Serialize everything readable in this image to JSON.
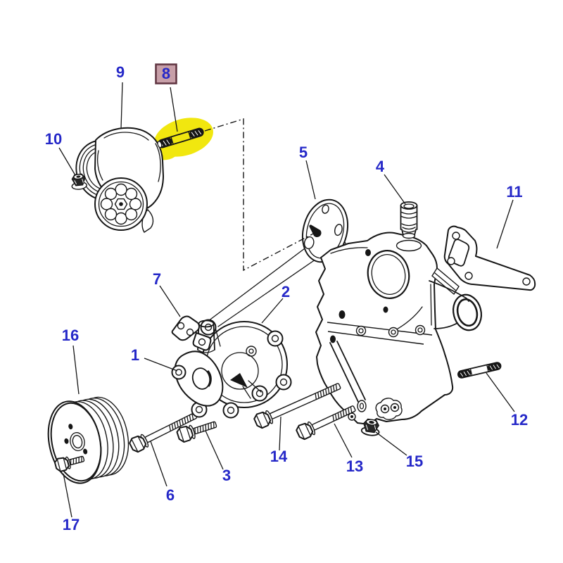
{
  "diagram": {
    "selected_part": "8",
    "callouts": [
      {
        "num": "1"
      },
      {
        "num": "2"
      },
      {
        "num": "3"
      },
      {
        "num": "4"
      },
      {
        "num": "5"
      },
      {
        "num": "6"
      },
      {
        "num": "7"
      },
      {
        "num": "8"
      },
      {
        "num": "9"
      },
      {
        "num": "10"
      },
      {
        "num": "11"
      },
      {
        "num": "12"
      },
      {
        "num": "13"
      },
      {
        "num": "14"
      },
      {
        "num": "15"
      },
      {
        "num": "16"
      },
      {
        "num": "17"
      }
    ],
    "colors": {
      "callout_blue": "#2528c8",
      "highlight_yellow": "#f1e70f",
      "selected_box_fill": "#c79fa8",
      "selected_box_border": "#5f3340",
      "line_color": "#161616",
      "background": "#ffffff"
    }
  }
}
